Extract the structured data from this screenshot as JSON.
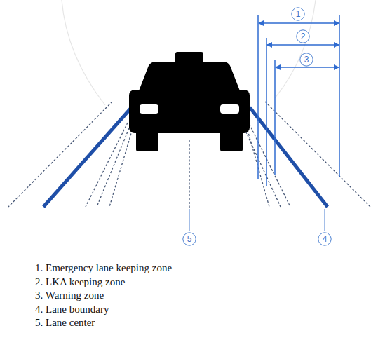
{
  "diagram": {
    "nodes": [
      {
        "text": [
          "1"
        ]
      },
      {
        "text": [
          "2"
        ]
      },
      {
        "text": [
          "3"
        ]
      },
      {
        "text": [
          "5"
        ]
      },
      {
        "text": [
          "4"
        ]
      }
    ],
    "labels": [
      "1.  Emergency lane keeping zone",
      "2.  LKA keeping zone",
      "3.  Warning zone",
      "4.  Lane boundary",
      "5.  Lane center"
    ]
  }
}
